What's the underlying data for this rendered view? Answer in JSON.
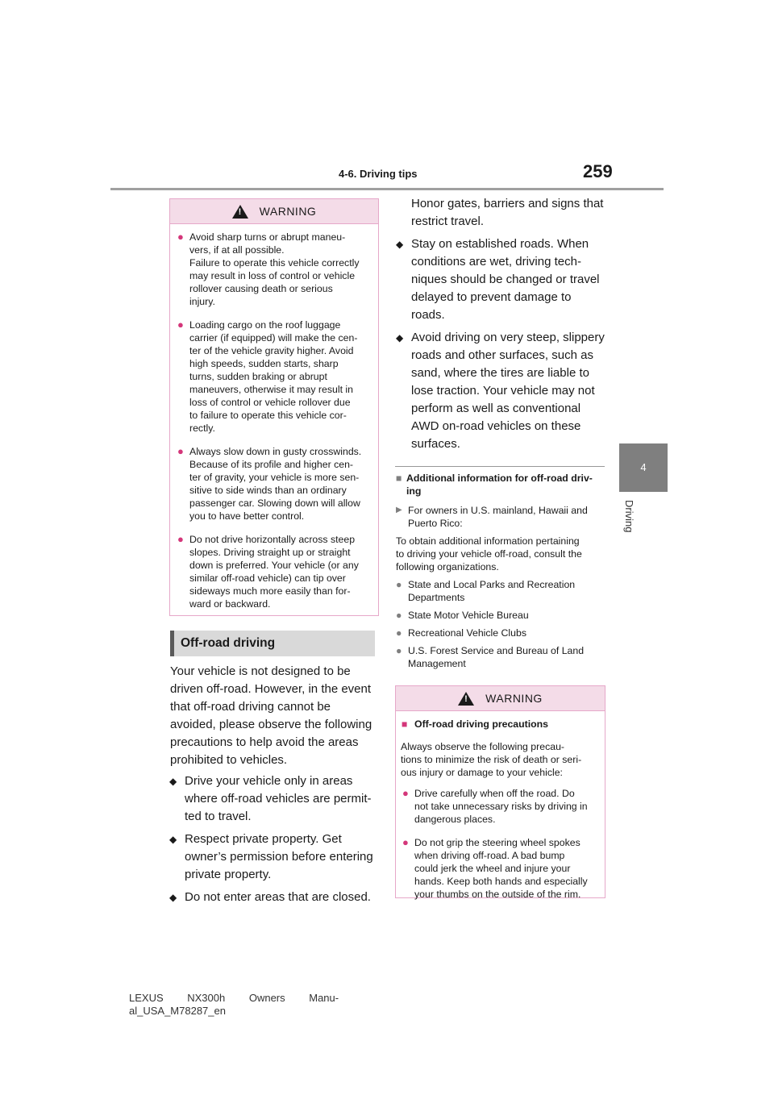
{
  "header": {
    "section": "4-6. Driving tips",
    "page_number": "259"
  },
  "side_tab": {
    "number": "4",
    "label": "Driving"
  },
  "warning1": {
    "title": "WARNING",
    "items": [
      "Avoid sharp turns or abrupt maneu-\nvers, if at all possible.\nFailure to operate this vehicle correctly\nmay result in loss of control or vehicle\nrollover causing death or serious\ninjury.",
      "Loading cargo on the roof luggage\ncarrier (if equipped) will make the cen-\nter of the vehicle gravity higher. Avoid\nhigh speeds, sudden starts, sharp\nturns, sudden braking or abrupt\nmaneuvers, otherwise it may result in\nloss of control or vehicle rollover due\nto failure to operate this vehicle cor-\nrectly.",
      "Always slow down in gusty crosswinds.\nBecause of its profile and higher cen-\nter of gravity, your vehicle is more sen-\nsitive to side winds than an ordinary\npassenger car. Slowing down will allow\nyou to have better control.",
      "Do not drive horizontally across steep\nslopes. Driving straight up or straight\ndown is preferred. Your vehicle (or any\nsimilar off-road vehicle) can tip over\nsideways much more easily than for-\nward or backward."
    ]
  },
  "offroad": {
    "heading": "Off-road driving",
    "intro": "Your vehicle is not designed to be\ndriven off-road. However, in the event\nthat off-road driving cannot be\navoided, please observe the following\nprecautions to help avoid the areas\nprohibited to vehicles.",
    "bullets": [
      "Drive your vehicle only in areas\nwhere off-road vehicles are permit-\nted to travel.",
      "Respect private property. Get\nowner’s permission before entering\nprivate property.",
      "Do not enter areas that are closed."
    ],
    "continued": "Honor gates, barriers and signs that\nrestrict travel.",
    "bullets_right": [
      "Stay on established roads. When\nconditions are wet, driving tech-\nniques should be changed or travel\ndelayed to prevent damage to\nroads.",
      "Avoid driving on very steep, slippery\nroads and other surfaces, such as\nsand, where the tires are liable to\nlose traction. Your vehicle may not\nperform as well as conventional\nAWD on-road vehicles on these\nsurfaces."
    ]
  },
  "additional": {
    "heading": "Additional information for off-road driv-\ning",
    "region": "For owners in U.S. mainland, Hawaii and\nPuerto Rico:",
    "intro": "To obtain additional information pertaining\nto driving your vehicle off-road, consult the\nfollowing organizations.",
    "orgs": [
      "State and Local Parks and Recreation\nDepartments",
      "State Motor Vehicle Bureau",
      "Recreational Vehicle Clubs",
      "U.S. Forest Service and Bureau of Land\nManagement"
    ]
  },
  "warning2": {
    "title": "WARNING",
    "subtitle": "Off-road driving precautions",
    "intro": "Always observe the following precau-\ntions to minimize the risk of death or seri-\nous injury or damage to your vehicle:",
    "items": [
      "Drive carefully when off the road. Do\nnot take unnecessary risks by driving in\ndangerous places.",
      "Do not grip the steering wheel spokes\nwhen driving off-road. A bad bump\ncould jerk the wheel and injure your\nhands. Keep both hands and especially\nyour thumbs on the outside of the rim."
    ]
  },
  "footer": {
    "line1": "LEXUS NX300h Owners Manu-",
    "line2": "al_USA_M78287_en"
  },
  "colors": {
    "warning_bg": "#f4dce8",
    "warning_border": "#e6a8c9",
    "warning_bullet": "#d4367a",
    "heading_bg": "#d9d9d9"
  }
}
